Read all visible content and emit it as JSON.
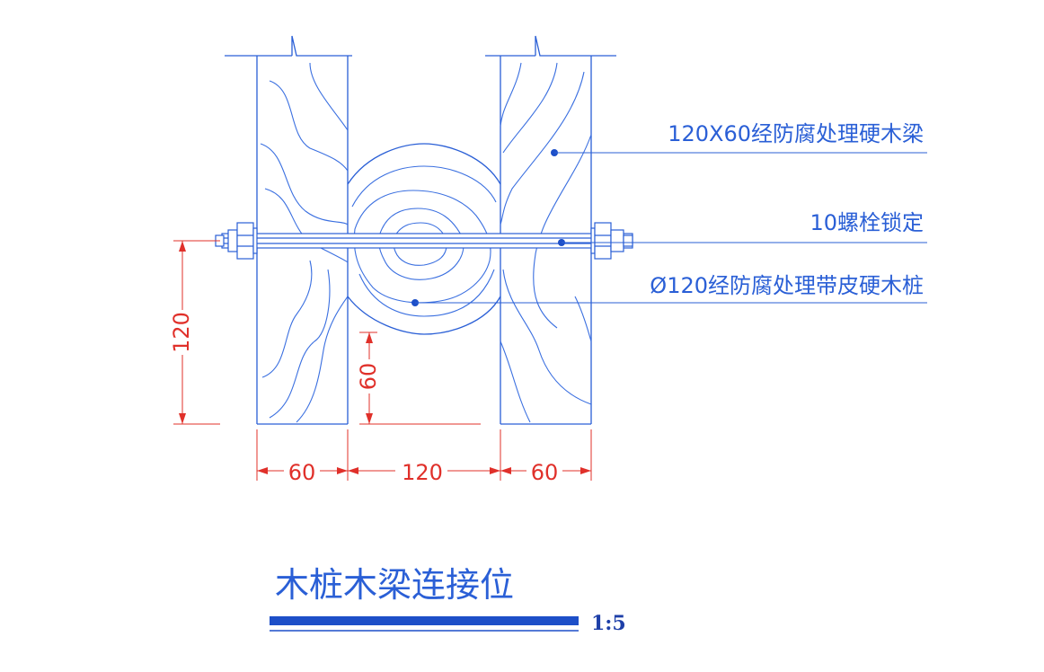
{
  "labels": {
    "beam": "120X60经防腐处理硬木梁",
    "bolt": "10螺栓锁定",
    "pile": "Ø120经防腐处理带皮硬木桩"
  },
  "dimensions": {
    "height_total": "120",
    "height_half": "60",
    "width_left": "60",
    "width_middle": "120",
    "width_right": "60"
  },
  "title": {
    "text": "木桩木梁连接位",
    "scale": "1:5"
  },
  "colors": {
    "linework": "#2a5fd6",
    "dimension": "#e0302a",
    "title_bar": "#1d4fc8"
  }
}
